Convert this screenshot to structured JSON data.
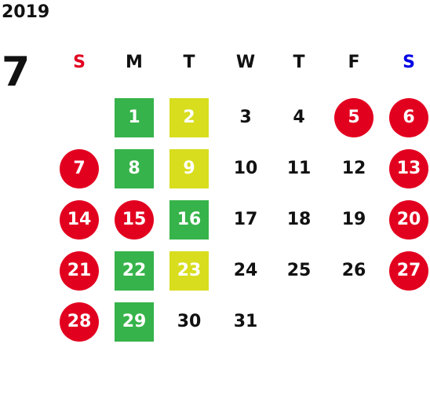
{
  "header": {
    "year": "2019",
    "month": "7"
  },
  "colors": {
    "sunday": "#e2001f",
    "saturday": "#0000e6",
    "weekday": "#111111",
    "red_circle": "#e2001f",
    "green_square": "#36b34a",
    "yellow_square": "#d8dd1e"
  },
  "weekdays": [
    "S",
    "M",
    "T",
    "W",
    "T",
    "F",
    "S"
  ],
  "weeks": [
    [
      null,
      {
        "day": "1",
        "style": "green"
      },
      {
        "day": "2",
        "style": "yellow"
      },
      {
        "day": "3",
        "style": "plain"
      },
      {
        "day": "4",
        "style": "plain"
      },
      {
        "day": "5",
        "style": "red"
      },
      {
        "day": "6",
        "style": "red"
      }
    ],
    [
      {
        "day": "7",
        "style": "red"
      },
      {
        "day": "8",
        "style": "green"
      },
      {
        "day": "9",
        "style": "yellow"
      },
      {
        "day": "10",
        "style": "plain"
      },
      {
        "day": "11",
        "style": "plain"
      },
      {
        "day": "12",
        "style": "plain"
      },
      {
        "day": "13",
        "style": "red"
      }
    ],
    [
      {
        "day": "14",
        "style": "red"
      },
      {
        "day": "15",
        "style": "red"
      },
      {
        "day": "16",
        "style": "green"
      },
      {
        "day": "17",
        "style": "plain"
      },
      {
        "day": "18",
        "style": "plain"
      },
      {
        "day": "19",
        "style": "plain"
      },
      {
        "day": "20",
        "style": "red"
      }
    ],
    [
      {
        "day": "21",
        "style": "red"
      },
      {
        "day": "22",
        "style": "green"
      },
      {
        "day": "23",
        "style": "yellow"
      },
      {
        "day": "24",
        "style": "plain"
      },
      {
        "day": "25",
        "style": "plain"
      },
      {
        "day": "26",
        "style": "plain"
      },
      {
        "day": "27",
        "style": "red"
      }
    ],
    [
      {
        "day": "28",
        "style": "red"
      },
      {
        "day": "29",
        "style": "green"
      },
      {
        "day": "30",
        "style": "plain"
      },
      {
        "day": "31",
        "style": "plain"
      },
      null,
      null,
      null
    ]
  ]
}
